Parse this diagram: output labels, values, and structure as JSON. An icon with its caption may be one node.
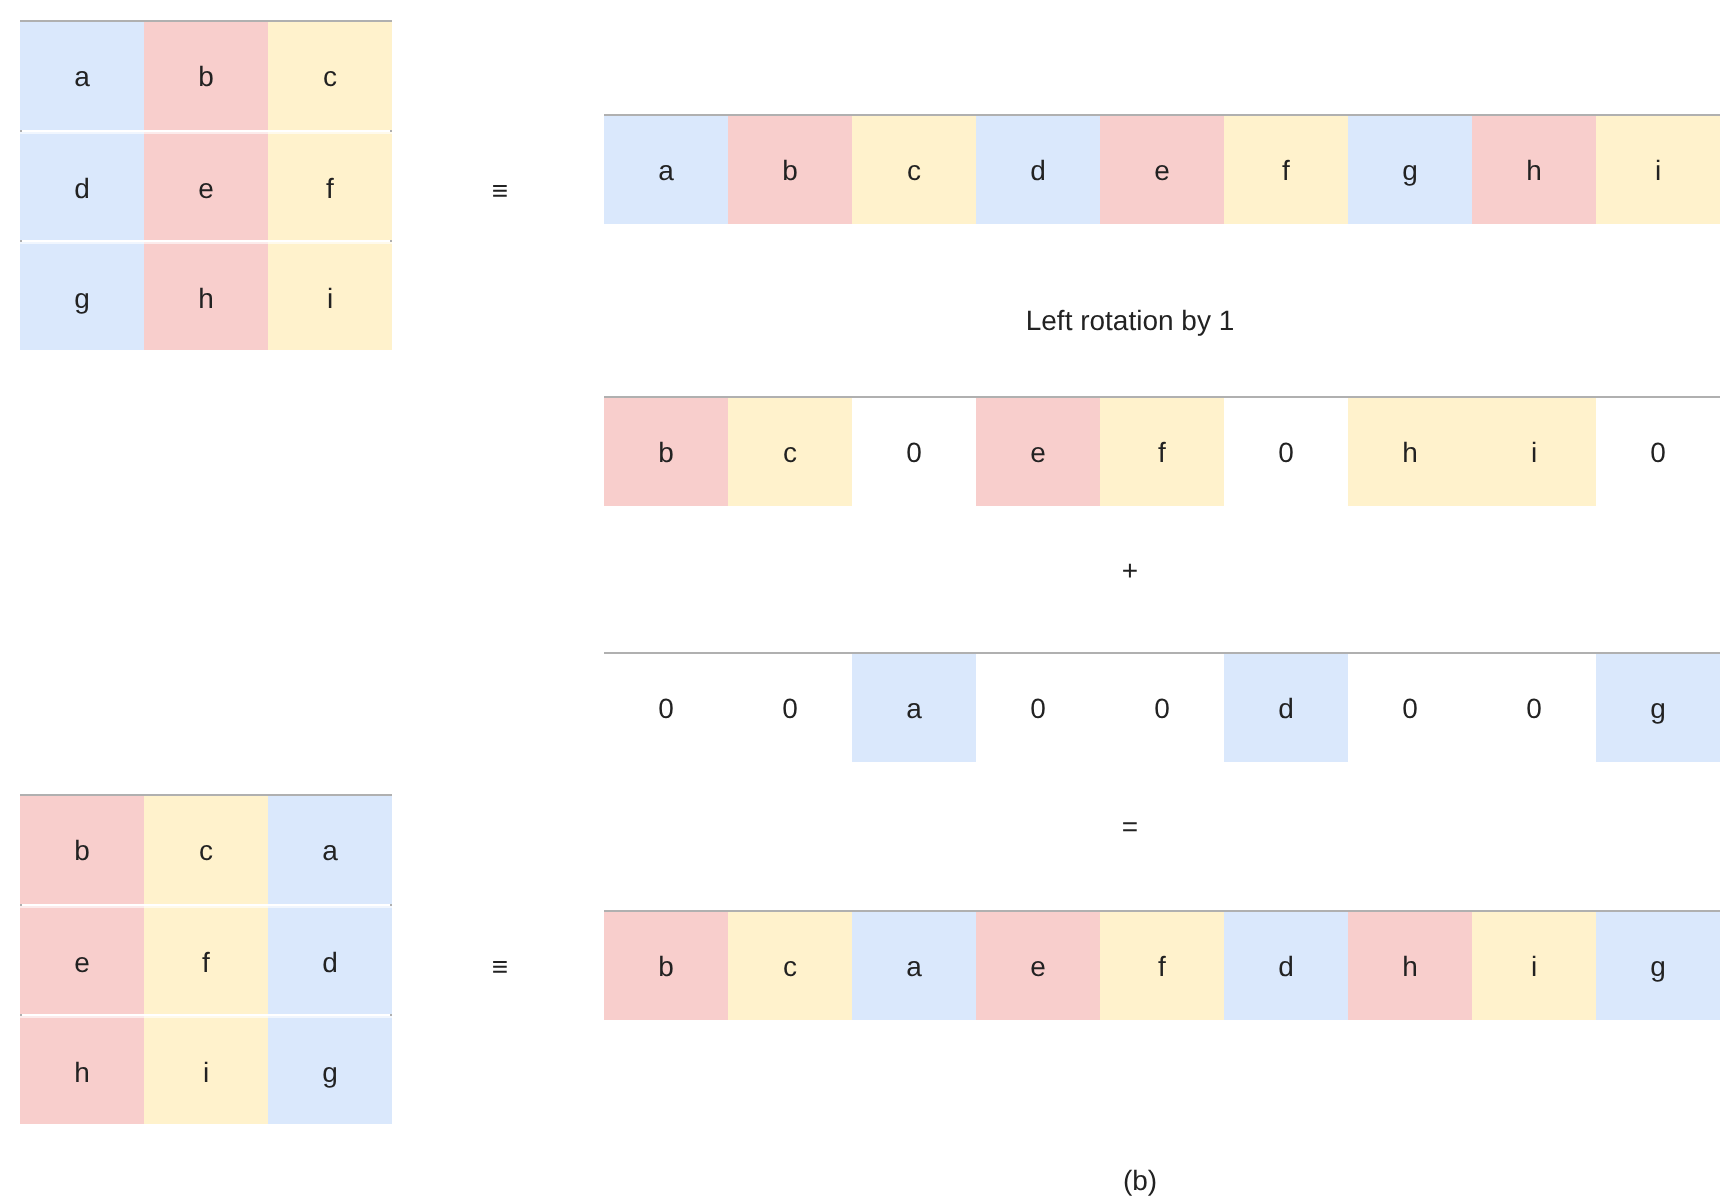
{
  "diagram": {
    "caption": "(b)",
    "labels": [
      "a",
      "b",
      "c",
      "d",
      "e",
      "f",
      "g",
      "h",
      "i",
      "≡",
      "a",
      "b",
      "c",
      "d",
      "e",
      "f",
      "g",
      "h",
      "i",
      "Left rotation by 1",
      "b",
      "c",
      "0",
      "e",
      "f",
      "0",
      "h",
      "i",
      "0",
      "+",
      "0",
      "0",
      "a",
      "0",
      "0",
      "d",
      "0",
      "0",
      "g",
      "=",
      "b",
      "c",
      "a",
      "e",
      "f",
      "d",
      "h",
      "i",
      "g",
      "≡",
      "b",
      "c",
      "a",
      "e",
      "f",
      "d",
      "h",
      "i",
      "g"
    ]
  }
}
